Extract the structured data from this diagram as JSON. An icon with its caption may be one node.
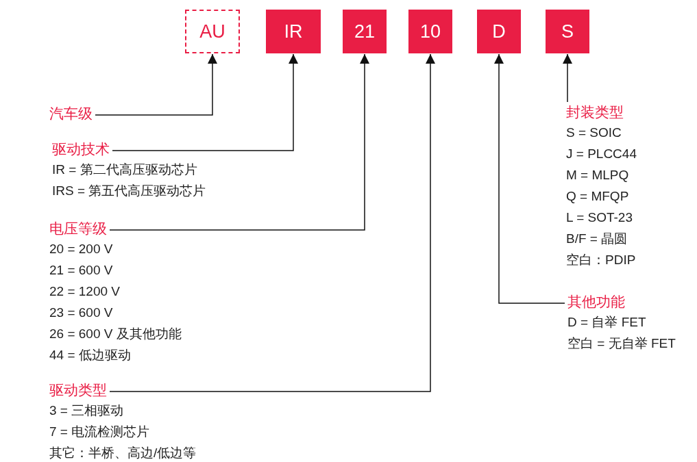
{
  "diagram": {
    "nodes": [
      {
        "text": [
          "AU"
        ]
      },
      {
        "text": [
          "IR"
        ]
      },
      {
        "text": [
          "21"
        ]
      },
      {
        "text": [
          "10"
        ]
      },
      {
        "text": [
          "D"
        ]
      },
      {
        "text": [
          "S"
        ]
      },
      {
        "text": [
          "汽车级"
        ]
      },
      {
        "text": [
          "驱动技术"
        ],
        "beside": [
          "IR = 第二代高压驱动芯片",
          "IRS = 第五代高压驱动芯片"
        ]
      },
      {
        "text": [
          "电压等级"
        ],
        "beside": [
          "20 = 200 V",
          "21 = 600 V",
          "22 = 1200 V",
          "23 = 600 V",
          "26 = 600 V 及其他功能",
          "44 = 低边驱动"
        ]
      },
      {
        "text": [
          "驱动类型"
        ],
        "beside": [
          "3 = 三相驱动",
          "7 = 电流检测芯片",
          "其它：半桥、高边/低边等"
        ]
      },
      {
        "text": [
          "其他功能"
        ],
        "beside": [
          "D = 自举 FET",
          "空白 = 无自举 FET"
        ]
      },
      {
        "text": [
          "封装类型"
        ],
        "beside": [
          "S = SOIC",
          "J = PLCC44",
          "M = MLPQ",
          "Q = MFQP",
          "L = SOT-23",
          "B/F = 晶圆",
          "空白：PDIP"
        ]
      }
    ],
    "edges": [
      {
        "from": 6,
        "to": 0,
        "arrow": "to"
      },
      {
        "from": 7,
        "to": 1,
        "arrow": "to"
      },
      {
        "from": 8,
        "to": 2,
        "arrow": "to"
      },
      {
        "from": 9,
        "to": 3,
        "arrow": "to"
      },
      {
        "from": 10,
        "to": 4,
        "arrow": "to"
      },
      {
        "from": 11,
        "to": 5,
        "arrow": "to"
      }
    ]
  }
}
